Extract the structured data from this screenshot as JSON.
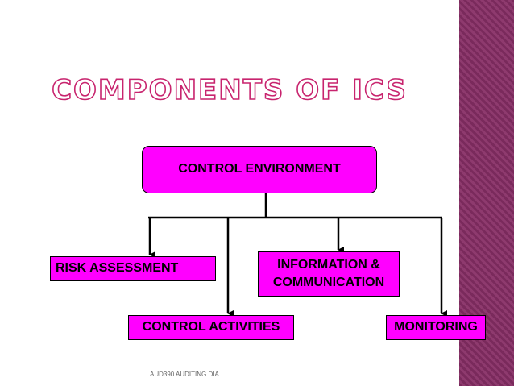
{
  "slide": {
    "title": "COMPONENTS OF ICS",
    "footer": "AUD390 AUDITING DIA"
  },
  "diagram": {
    "root": "CONTROL ENVIRONMENT",
    "nodes": {
      "risk": "RISK ASSESSMENT",
      "info_line1": "INFORMATION &",
      "info_line2": "COMMUNICATION",
      "control": "CONTROL ACTIVITIES",
      "monitoring": "MONITORING"
    }
  },
  "colors": {
    "box_fill": "#ff00ff",
    "title_outline": "#c8246e",
    "stripe": "#7a2a5c"
  }
}
